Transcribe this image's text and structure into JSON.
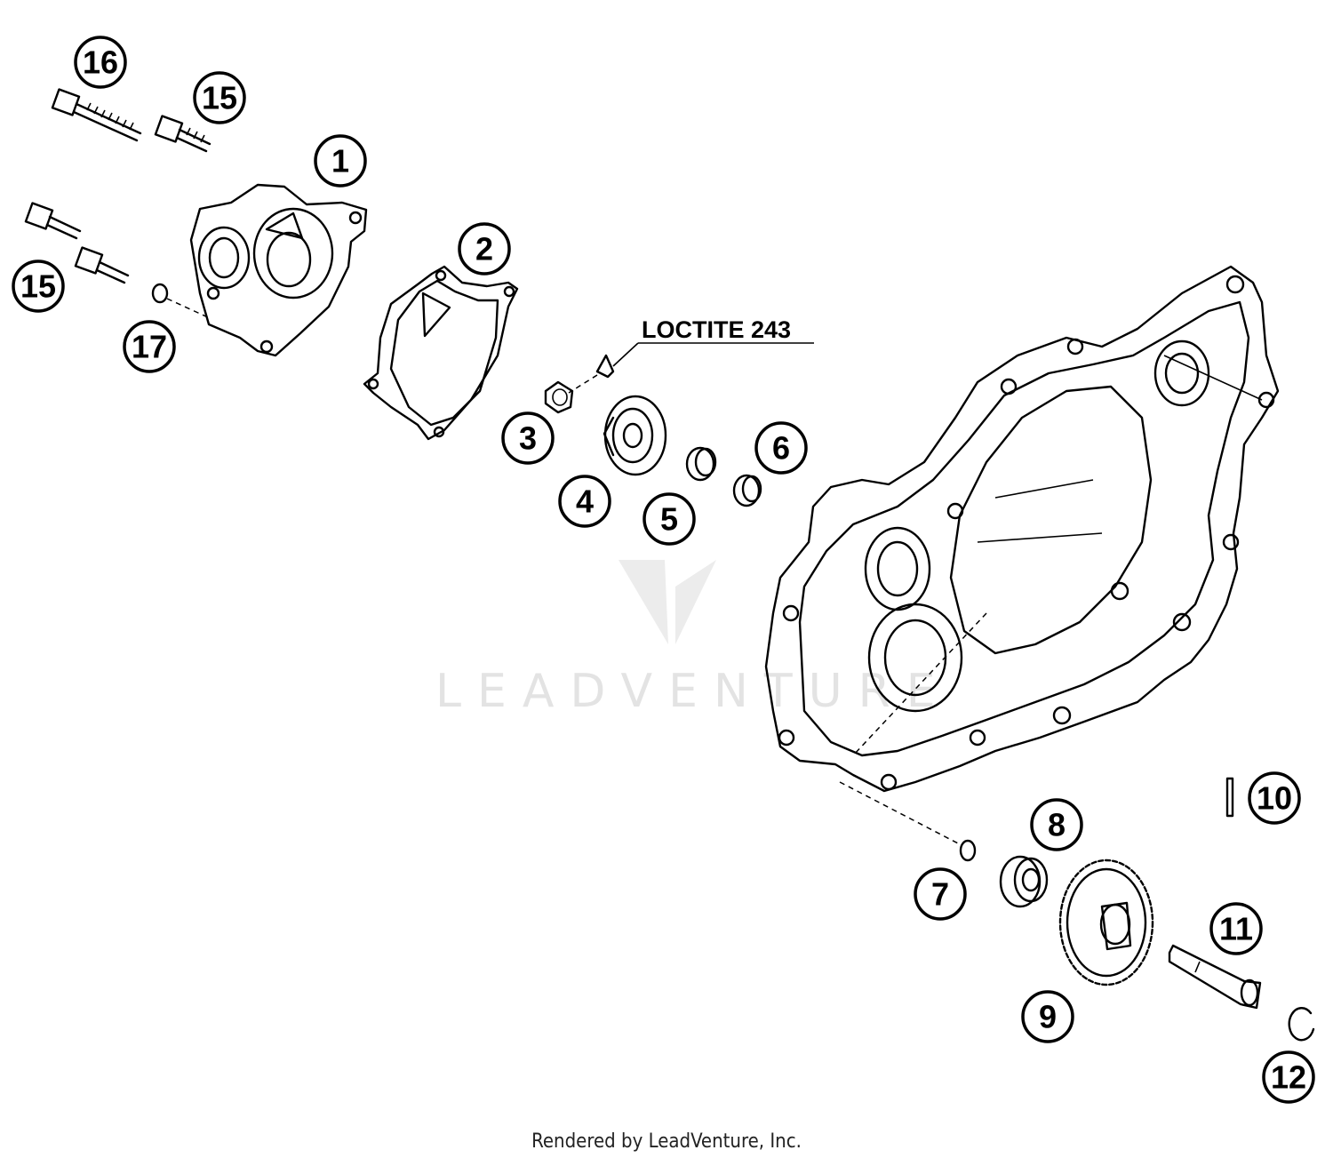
{
  "callouts": [
    "1",
    "2",
    "3",
    "4",
    "5",
    "6",
    "7",
    "8",
    "9",
    "10",
    "11",
    "12",
    "15",
    "15",
    "16",
    "17"
  ],
  "annotation": "LOCTITE 243",
  "watermark": "LEADVENTURE",
  "footer": "Rendered by LeadVenture, Inc."
}
